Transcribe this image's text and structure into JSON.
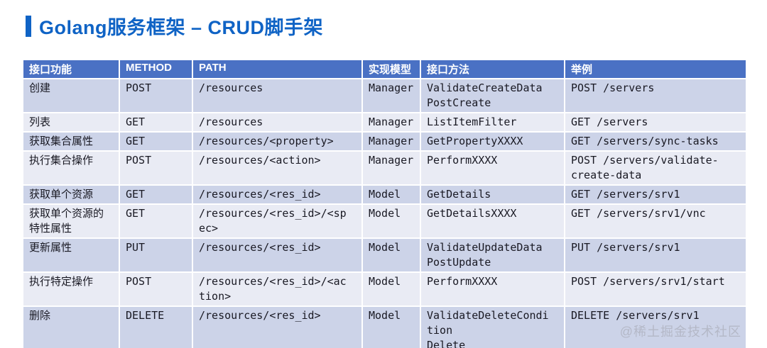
{
  "page": {
    "title": "Golang服务框架 – CRUD脚手架",
    "watermark": "@稀土掘金技术社区"
  },
  "colors": {
    "accent": "#0f63c5",
    "header_bg": "#4a71c4",
    "header_text": "#ffffff",
    "row_dark": "#ccd3e8",
    "row_light": "#e9ebf4",
    "cell_text": "#191923",
    "watermark": "#b4b8c7"
  },
  "table": {
    "columns": [
      "接口功能",
      "METHOD",
      "PATH",
      "实现模型",
      "接口方法",
      "举例"
    ],
    "rows": [
      {
        "cells": [
          "创建",
          "POST",
          "/resources",
          "Manager",
          "ValidateCreateData\nPostCreate",
          "POST /servers"
        ]
      },
      {
        "cells": [
          "列表",
          "GET",
          "/resources",
          "Manager",
          "ListItemFilter",
          "GET /servers"
        ]
      },
      {
        "cells": [
          "获取集合属性",
          "GET",
          "/resources/<property>",
          "Manager",
          "GetPropertyXXXX",
          "GET /servers/sync-tasks"
        ]
      },
      {
        "cells": [
          "执行集合操作",
          "POST",
          "/resources/<action>",
          "Manager",
          "PerformXXXX",
          "POST /servers/validate-\ncreate-data"
        ]
      },
      {
        "cells": [
          "获取单个资源",
          "GET",
          "/resources/<res_id>",
          "Model",
          "GetDetails",
          "GET /servers/srv1"
        ]
      },
      {
        "cells": [
          "获取单个资源的\n特性属性",
          "GET",
          "/resources/<res_id>/<sp\nec>",
          "Model",
          "GetDetailsXXXX",
          "GET /servers/srv1/vnc"
        ]
      },
      {
        "cells": [
          "更新属性",
          "PUT",
          "/resources/<res_id>",
          "Model",
          "ValidateUpdateData\nPostUpdate",
          "PUT /servers/srv1"
        ]
      },
      {
        "cells": [
          "执行特定操作",
          "POST",
          "/resources/<res_id>/<ac\ntion>",
          "Model",
          "PerformXXXX",
          "POST /servers/srv1/start"
        ]
      },
      {
        "cells": [
          "删除",
          "DELETE",
          "/resources/<res_id>",
          "Model",
          "ValidateDeleteCondi\ntion\nDelete",
          "DELETE /servers/srv1"
        ]
      }
    ]
  }
}
